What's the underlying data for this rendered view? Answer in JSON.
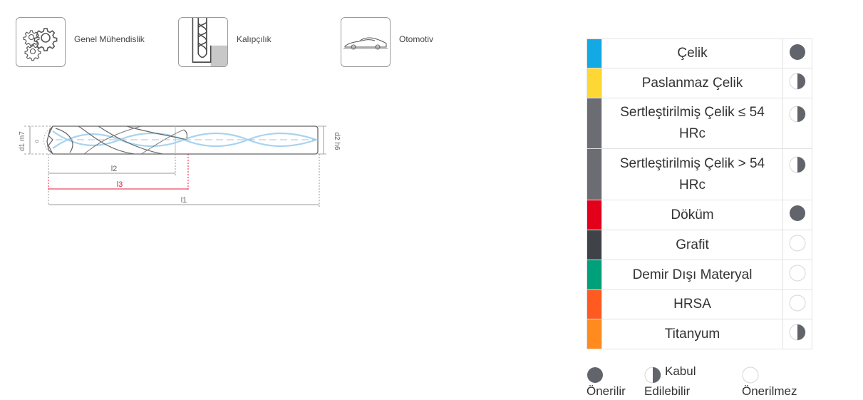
{
  "industries": [
    {
      "label": "Genel Mühendislik",
      "icon": "gears-icon"
    },
    {
      "label": "Kalıpçılık",
      "icon": "mold-drill-icon"
    },
    {
      "label": "Otomotiv",
      "icon": "car-icon"
    }
  ],
  "drawing": {
    "labels": {
      "d1": "d1 m7",
      "d2": "d2 h6",
      "alpha": "α",
      "l2": "l2",
      "l3": "l3",
      "l1": "l1"
    }
  },
  "materials": [
    {
      "name": "Çelik",
      "color": "#12a9e4",
      "rating": "full"
    },
    {
      "name": "Paslanmaz Çelik",
      "color": "#fdd835",
      "rating": "half"
    },
    {
      "name": "Sertleştirilmiş Çelik ≤ 54 HRc",
      "color": "#6b6d72",
      "rating": "half"
    },
    {
      "name": "Sertleştirilmiş Çelik > 54 HRc",
      "color": "#6b6d72",
      "rating": "half"
    },
    {
      "name": "Döküm",
      "color": "#e2001a",
      "rating": "full"
    },
    {
      "name": "Grafit",
      "color": "#3f4247",
      "rating": "empty"
    },
    {
      "name": "Demir Dışı Materyal",
      "color": "#00a07a",
      "rating": "empty"
    },
    {
      "name": "HRSA",
      "color": "#ff5a1f",
      "rating": "empty"
    },
    {
      "name": "Titanyum",
      "color": "#ff8a1e",
      "rating": "half"
    }
  ],
  "legend": {
    "recommended": "Önerilir",
    "acceptable_1": "Kabul",
    "acceptable_2": "Edilebilir",
    "not_recommended": "Önerilmez"
  },
  "colors": {
    "rating_fill": "#62646b",
    "rating_border": "#d6d6d6"
  }
}
